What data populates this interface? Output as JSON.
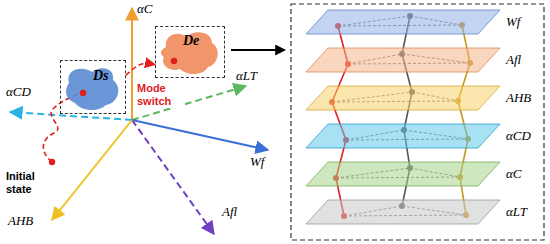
{
  "diagram": {
    "nodes": [
      {
        "text": [
          "Ds"
        ]
      },
      {
        "text": [
          "De"
        ]
      },
      {
        "text": [
          "Wf"
        ]
      },
      {
        "text": [
          "Afl"
        ]
      },
      {
        "text": [
          "AHB"
        ]
      },
      {
        "text": [
          "αCD"
        ]
      },
      {
        "text": [
          "αC"
        ]
      },
      {
        "text": [
          "αLT"
        ]
      }
    ],
    "edges": [
      {
        "from": 0,
        "to": 1,
        "arrow": "to",
        "label": "Mode switch"
      }
    ],
    "labels": [
      "αC",
      "αLT",
      "αCD",
      "Wf",
      "Afl",
      "AHB",
      "Initial state"
    ]
  }
}
